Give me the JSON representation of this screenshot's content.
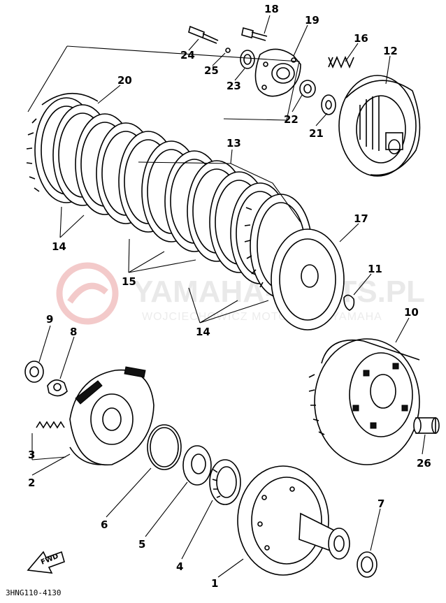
{
  "diagram": {
    "drawing_code": "3HNG110-4130",
    "direction_mark": "FWD",
    "watermark": {
      "title": "YAMAHA-PARTS.PL",
      "subtitle": "WOJCIECHOWICZ MOTOCYKLE YAMAHA"
    },
    "callouts": [
      {
        "id": "c1",
        "label": "1"
      },
      {
        "id": "c2",
        "label": "2"
      },
      {
        "id": "c3",
        "label": "3"
      },
      {
        "id": "c4",
        "label": "4"
      },
      {
        "id": "c5",
        "label": "5"
      },
      {
        "id": "c6",
        "label": "6"
      },
      {
        "id": "c7",
        "label": "7"
      },
      {
        "id": "c8",
        "label": "8"
      },
      {
        "id": "c9",
        "label": "9"
      },
      {
        "id": "c10",
        "label": "10"
      },
      {
        "id": "c11",
        "label": "11"
      },
      {
        "id": "c12",
        "label": "12"
      },
      {
        "id": "c13",
        "label": "13"
      },
      {
        "id": "c14a",
        "label": "14"
      },
      {
        "id": "c14b",
        "label": "14"
      },
      {
        "id": "c15",
        "label": "15"
      },
      {
        "id": "c16",
        "label": "16"
      },
      {
        "id": "c17",
        "label": "17"
      },
      {
        "id": "c18",
        "label": "18"
      },
      {
        "id": "c19",
        "label": "19"
      },
      {
        "id": "c20",
        "label": "20"
      },
      {
        "id": "c21",
        "label": "21"
      },
      {
        "id": "c22",
        "label": "22"
      },
      {
        "id": "c23",
        "label": "23"
      },
      {
        "id": "c24",
        "label": "24"
      },
      {
        "id": "c25",
        "label": "25"
      },
      {
        "id": "c26",
        "label": "26"
      }
    ]
  }
}
